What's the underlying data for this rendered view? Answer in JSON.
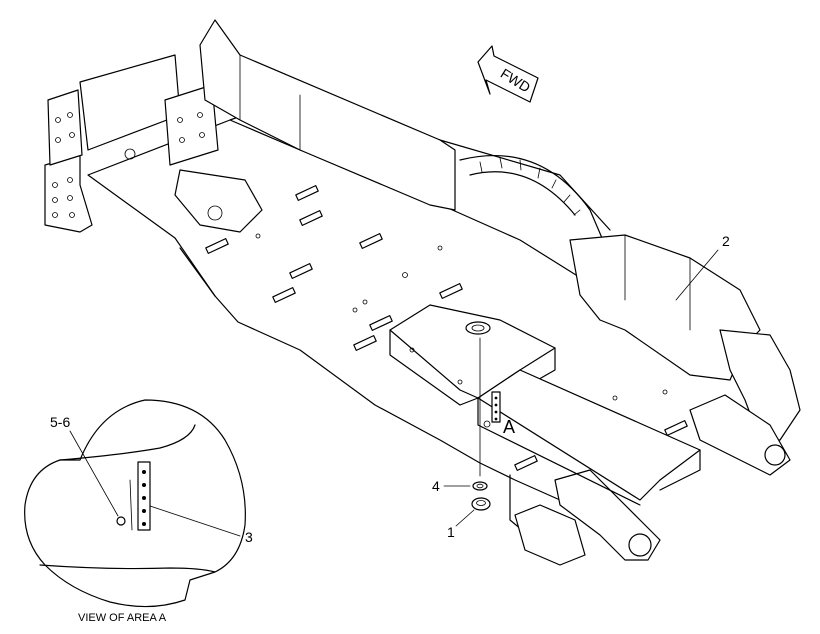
{
  "labels": {
    "fwd": "FWD",
    "part_2": "2",
    "area_a": "A",
    "part_4": "4",
    "part_1": "1",
    "part_5_6": "5-6",
    "part_3": "3"
  },
  "caption": "VIEW OF AREA A"
}
